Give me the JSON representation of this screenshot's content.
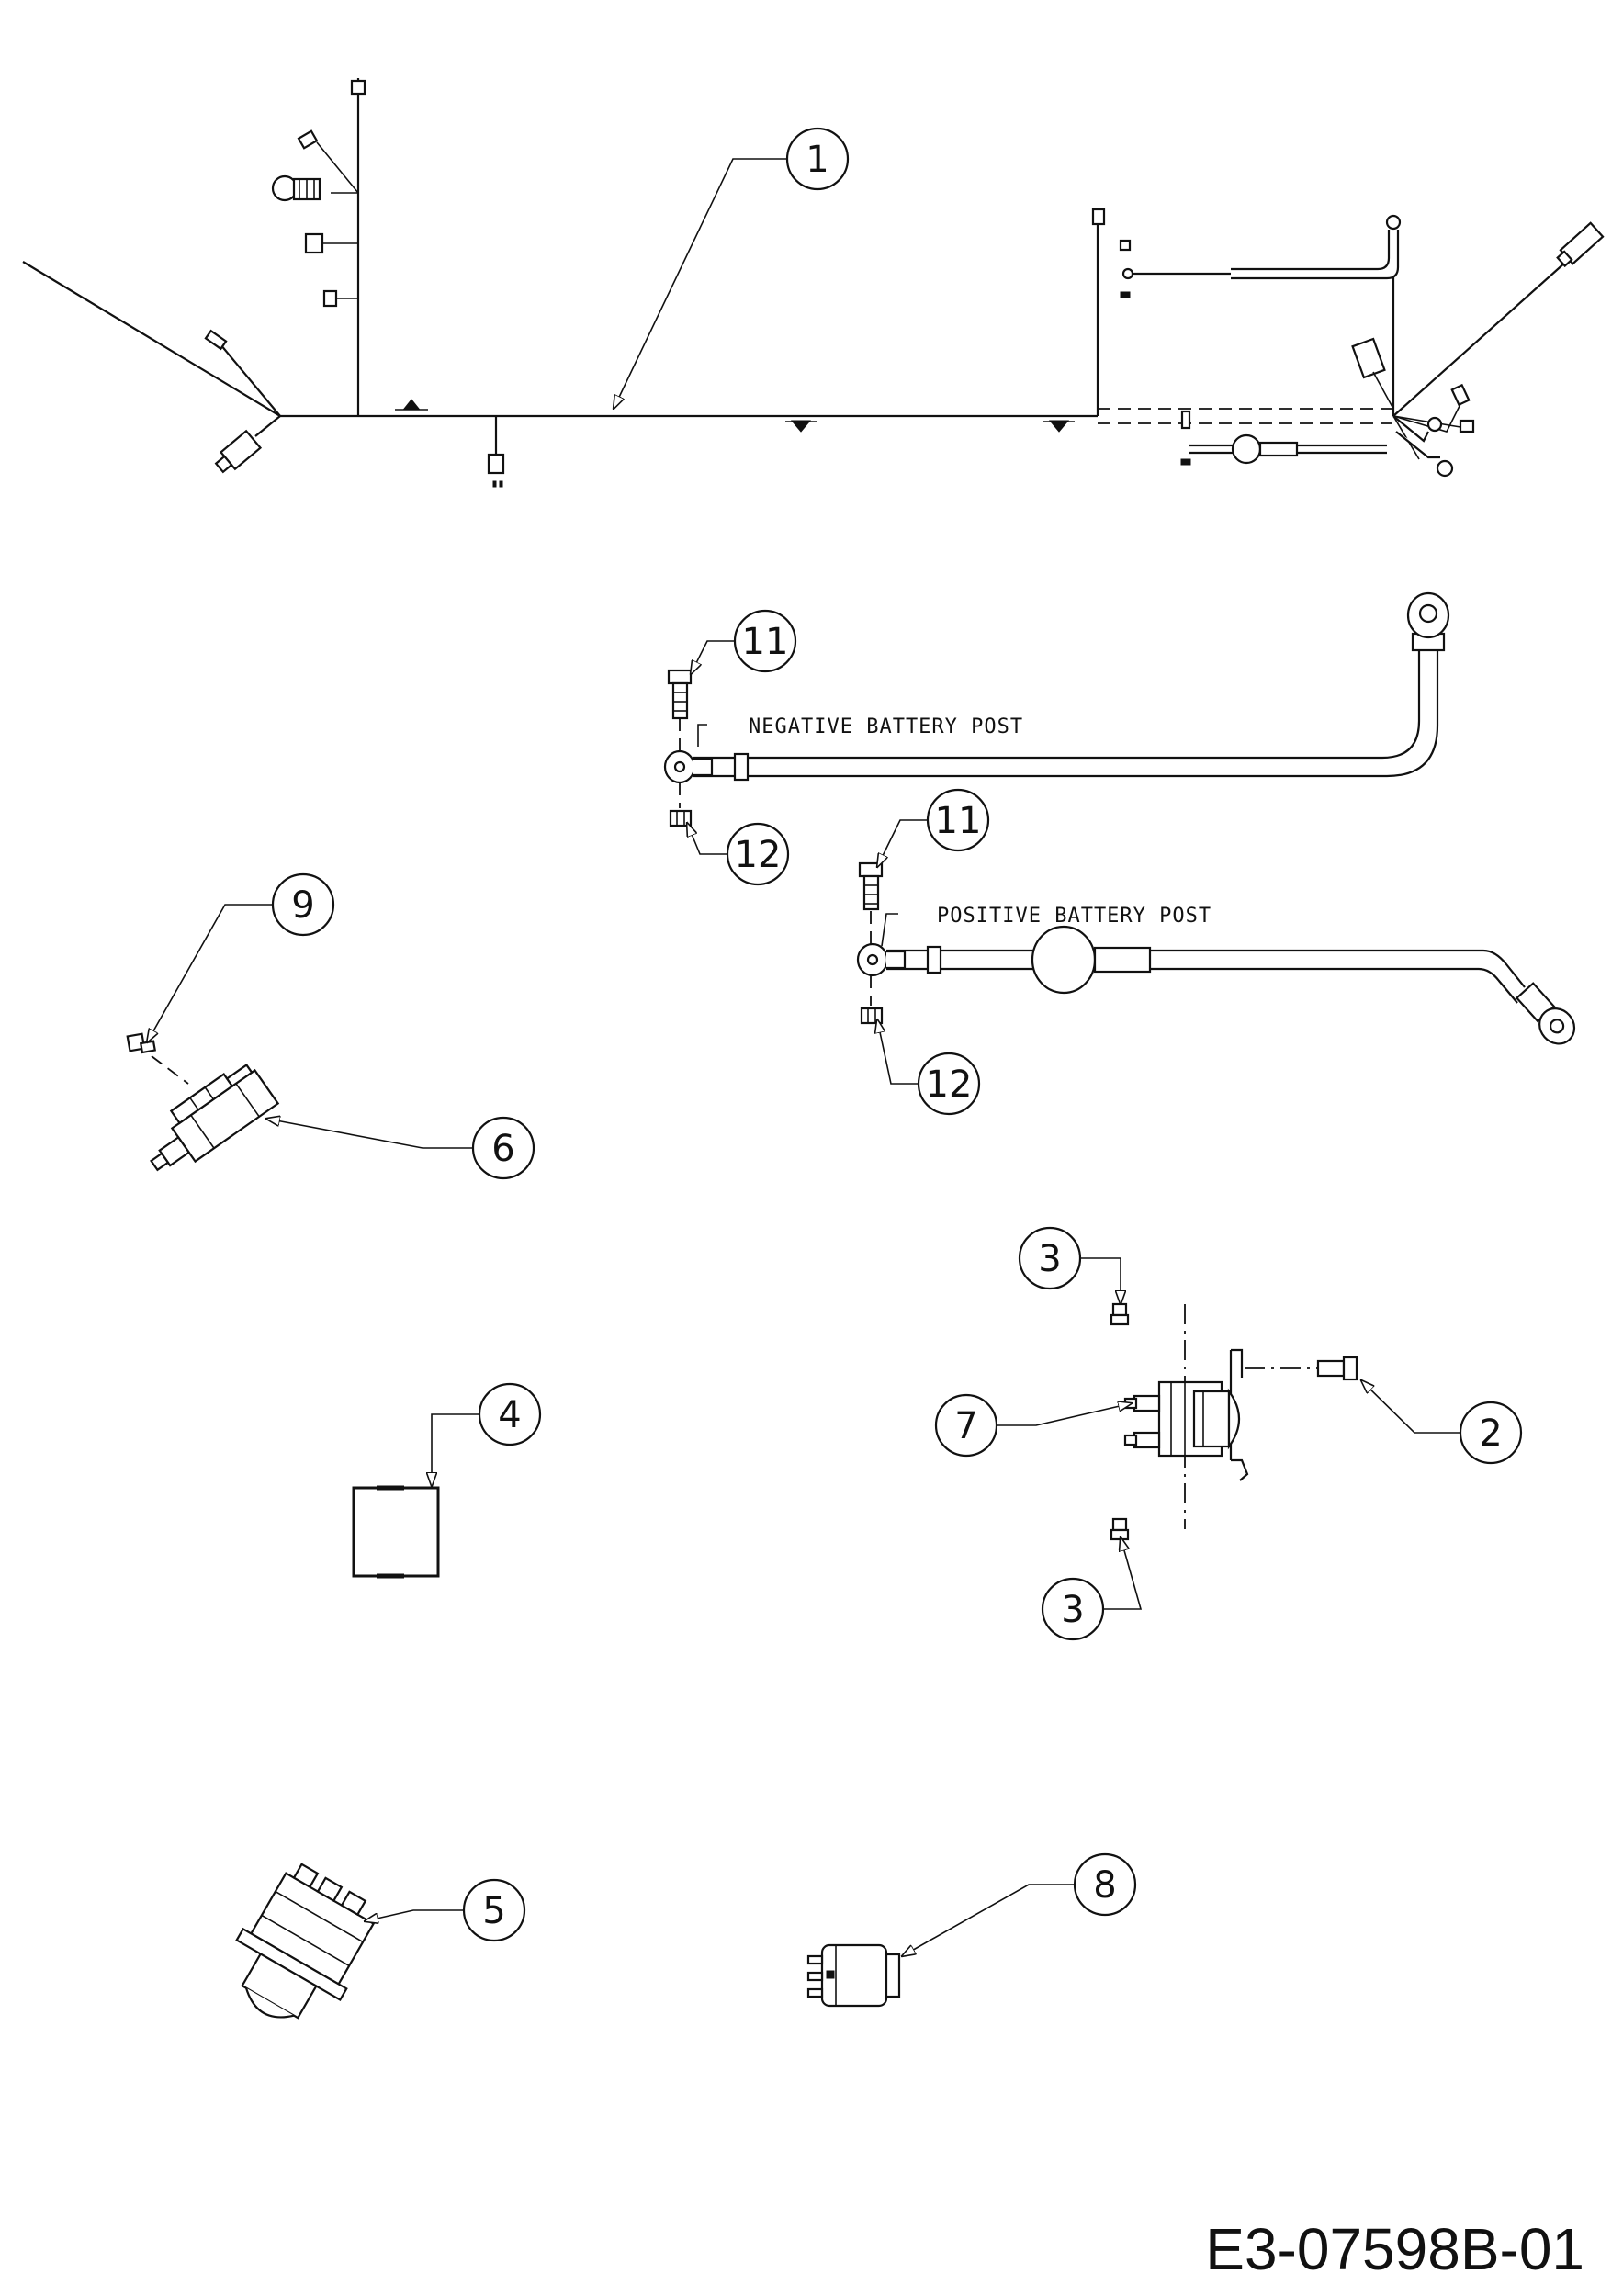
{
  "callouts": {
    "c1": "1",
    "c2": "2",
    "c3a": "3",
    "c3b": "3",
    "c4": "4",
    "c5": "5",
    "c6": "6",
    "c7": "7",
    "c8": "8",
    "c9": "9",
    "c11a": "11",
    "c11b": "11",
    "c12a": "12",
    "c12b": "12"
  },
  "labels": {
    "negative_post": "NEGATIVE BATTERY POST",
    "positive_post": "POSITIVE BATTERY POST"
  },
  "document_id": "E3-07598B-01"
}
